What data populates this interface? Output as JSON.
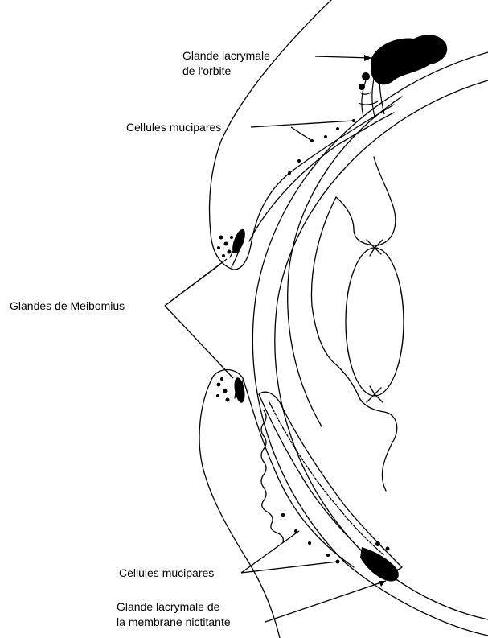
{
  "labels": {
    "lacrimal_orbit_line1": "Glande lacrymale",
    "lacrimal_orbit_line2": "de l'orbite",
    "mucous_cells_upper": "Cellules mucipares",
    "meibomian_glands": "Glandes de Meibomius",
    "mucous_cells_lower": "Cellules mucipares",
    "third_eyelid_gland_line1": "Glande lacrymale de",
    "third_eyelid_gland_line2": "la membrane nictitante"
  },
  "colors": {
    "ink": "#000000",
    "background": "#ffffff"
  }
}
